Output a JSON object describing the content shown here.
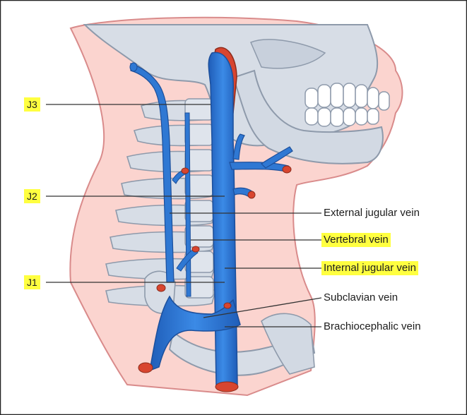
{
  "diagram": {
    "colors": {
      "skin": "#fbd4cf",
      "skin_outline": "#d98b8b",
      "bone": "#d7dde6",
      "bone_outline": "#8e9aab",
      "vein": "#2f78d3",
      "vein_dark": "#1c4f9b",
      "artery": "#d8452f",
      "highlight": "#ffff40",
      "leader_line": "#333333"
    },
    "segment_tags": [
      "J3",
      "J2",
      "J1"
    ],
    "labels": {
      "external_jugular": "External jugular vein",
      "vertebral": "Vertebral vein",
      "internal_jugular": "Internal jugular vein",
      "subclavian": "Subclavian vein",
      "brachiocephalic": "Brachiocephalic vein"
    },
    "highlighted_labels": [
      "Vertebral vein",
      "Internal jugular vein"
    ]
  }
}
